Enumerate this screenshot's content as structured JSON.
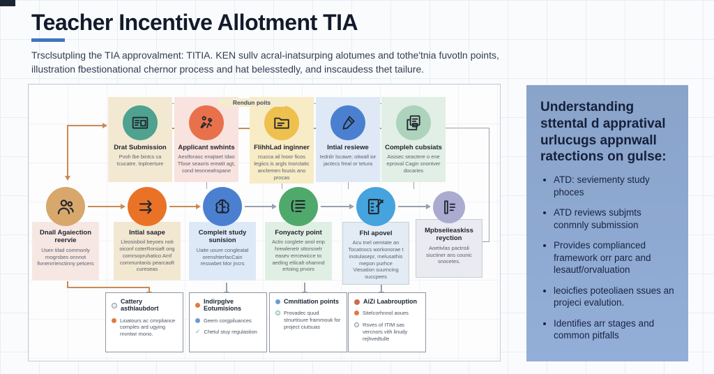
{
  "page": {
    "title": "Teacher Incentive Allotment TIA",
    "subtitle_line1": "Trsclsutpling the TIA approvalment: TITIA. KEN sullv acral-inatsurping alotumes and tothe'tnia fuvotln points,",
    "subtitle_line2": "illustration fbestionational chernor process and hat belesstedly, and inscaudess thet tailure."
  },
  "flowchart": {
    "top_label": "Rendun poits",
    "top_row": [
      {
        "title": "Drat Submission",
        "desc": "Pvoh lbe bintcs ca tcucatre. tnplnerture",
        "icon": "document-news-icon"
      },
      {
        "title": "Applicant swhints",
        "desc": "Aestforaoc enajtaet Idao Tfose seaoris ereatit agt, cond teonneahspane",
        "icon": "people-activity-icon"
      },
      {
        "title": "FlihhLad inginner",
        "desc": "rcucca ail lnoor ficos legiics is argls Inorctatic anclemen fousis ano procas",
        "icon": "folder-icon"
      },
      {
        "title": "Intial resiewe",
        "desc": "Iednlir lscawe; otiwall ior jactecs freal or tetura",
        "icon": "flashlight-icon"
      },
      {
        "title": "Compleh cubsiats",
        "desc": "Aisisec seactere o ene eproval Cagin snontver docaries",
        "icon": "clipboard-docs-icon"
      }
    ],
    "middle_row": [
      {
        "title": "Dnall Agaiection reervie",
        "desc": "Usen tilad commonly rnogrsbes onnnot fivnenrrienctinny petcers",
        "icon": "people-group-icon"
      },
      {
        "title": "Intial saape",
        "desc": "Lleosisboil beyoes noti oiconf coterRorsiaft ong comrsopruhatico Amf communtanis pearcaoft cureseas",
        "icon": "double-arrows-icon"
      },
      {
        "title": "Compleit study sunision",
        "desc": "Uaite usure congleatal orenshterfacCain resswbet Mor jncrs",
        "icon": "brain-icon"
      },
      {
        "title": "Fonyacty point",
        "desc": "Activ corglete anol enp hrewlenetr sttorsnelr easev errcewicce to aeding etlicalt ohamnd ertoing prvors",
        "icon": "document-lines-icon"
      },
      {
        "title": "Fhl apovel",
        "desc": "Acu tnel oemtate an Tocatnocs workonorae t inotulasepr, rnelusathis mepon purhce Viesation suurncing succpees",
        "icon": "tablet-pen-icon"
      },
      {
        "title": "Mpbseiieaskiss reyction",
        "desc": "Aoetivlas pactnsli siuctiner ans counic snocetes.",
        "icon": "scroll-icon"
      }
    ],
    "bottom_boxes": [
      {
        "title": "Cattery asthlaubdort",
        "header_marker": "gray-ring",
        "items": [
          {
            "marker": "orange-dot",
            "text": "Lioatours ac cmrpliance comples ard ugying rnvntwr mono."
          }
        ]
      },
      {
        "title": "Indirpglve Eotumisions",
        "header_marker": "orange-dot",
        "items": [
          {
            "marker": "blue-dot",
            "text": "Geem corgpiluances"
          },
          {
            "marker": "check",
            "text": "Chetul stuy regulastion",
            "check_glyph": "✓"
          }
        ]
      },
      {
        "title": "Cmnitiation points",
        "header_marker": "blue-dot",
        "items": [
          {
            "marker": "green-ring",
            "text": "Provadec quud stnurtisure frammouk for project ciutsuas"
          }
        ]
      },
      {
        "title": "AiZi Laabrouption",
        "header_marker": "red-dot",
        "items": [
          {
            "marker": "orange-dot",
            "text": "Sitelcorhnnol aoues"
          },
          {
            "marker": "gray-ring",
            "text": "Rsves of ITIM sas vercnors vith linudy rejhvedtulle"
          }
        ]
      }
    ]
  },
  "sidebar": {
    "heading": "Understanding sttental d appratival urlucugs appnwall ratections on gulse:",
    "bullets": [
      "ATD: seviementy study phoces",
      "ATD reviews subjmts conmnly submission",
      "Provides complianced framework orr parc and lesautf/orvaluation",
      "leoicfies poteoliaen ssues an projeci evalution.",
      "Identifies arr stages and common pitfalls"
    ]
  },
  "colors": {
    "title_underline": "#3f76c0",
    "sidebar_bg": "#8ba5ca",
    "arrow_orange": "#c98a52",
    "arrow_gray": "#97a1ad",
    "top_node_colors": [
      "#4fa290",
      "#e8714b",
      "#eec04e",
      "#4b80d1",
      "#aed3bc"
    ],
    "top_column_tints": [
      "#f3e9d2",
      "#f8e3df",
      "#f7ecc6",
      "#dfe9f6",
      "#e1efe6"
    ],
    "middle_node_colors": [
      "#d8a76c",
      "#ea7226",
      "#4b80d1",
      "#4fa96b",
      "#45a3dd",
      "#abaad0"
    ],
    "middle_column_tints": [
      "#f6e7e2",
      "#f2e7d1",
      "#dde9f6",
      "#e0efe3",
      "#e3ecf4",
      "#eaeaf1"
    ]
  }
}
